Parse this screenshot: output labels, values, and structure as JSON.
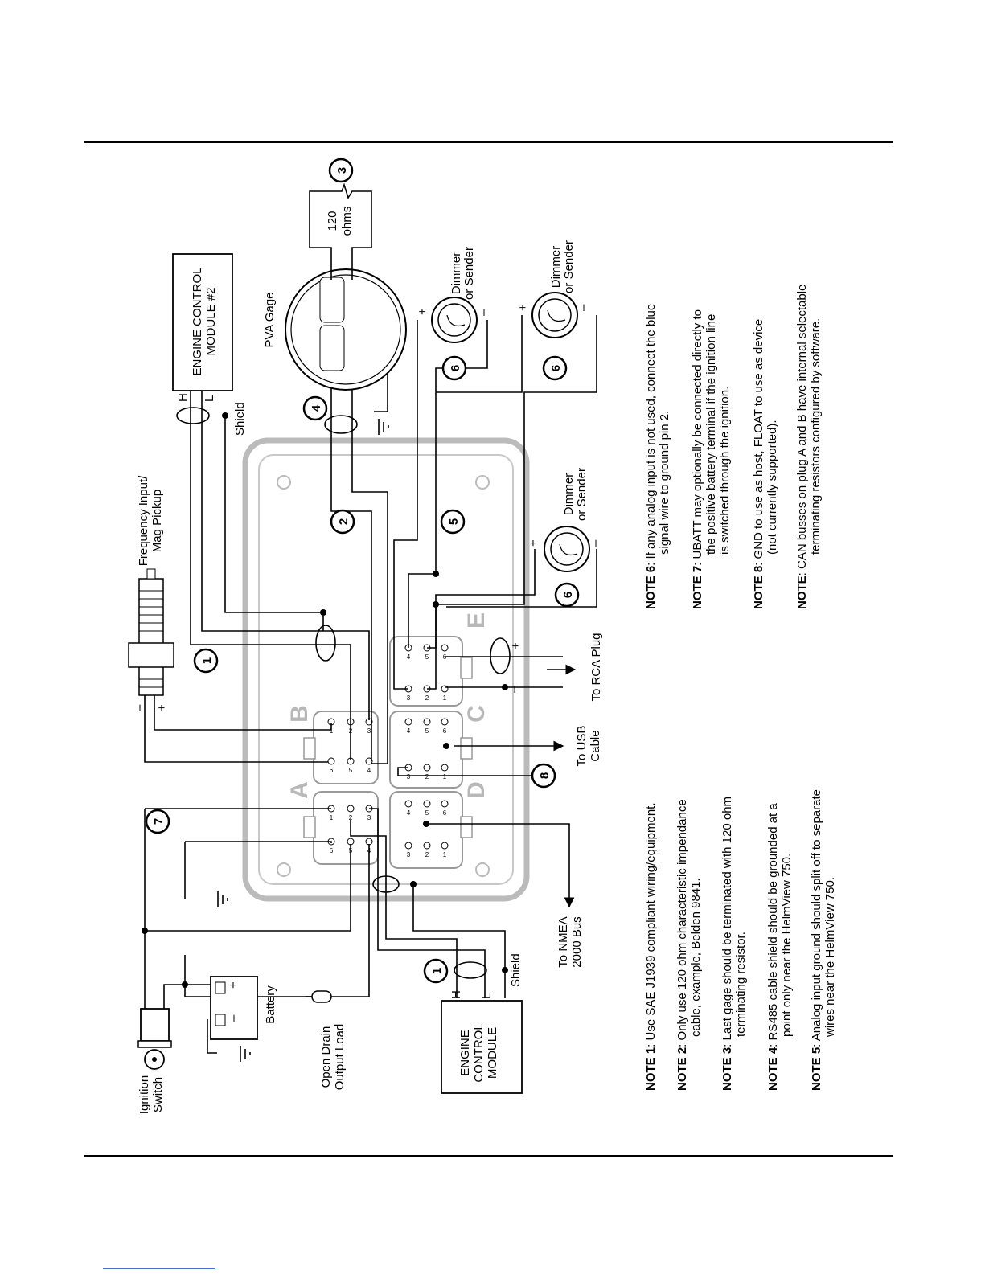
{
  "labels": {
    "ecm2_line1": "ENGINE CONTROL",
    "ecm2_line2": "MODULE #2",
    "ecm1_line1": "ENGINE",
    "ecm1_line2": "CONTROL",
    "ecm1_line3": "MODULE",
    "freq_line1": "Frequency Input/",
    "freq_line2": "Mag Pickup",
    "pva": "PVA Gage",
    "ohms_line1": "120",
    "ohms_line2": "ohms",
    "dimmer_line1": "Dimmer",
    "dimmer_line2": "or Sender",
    "ignition_line1": "Ignition",
    "ignition_line2": "Switch",
    "battery": "Battery",
    "open_drain_line1": "Open Drain",
    "open_drain_line2": "Output Load",
    "nmea_line1": "To NMEA",
    "nmea_line2": "2000 Bus",
    "usb_line1": "To USB",
    "usb_line2": "Cable",
    "rca": "To RCA Plug",
    "shield": "Shield",
    "h": "H",
    "l": "L",
    "plus": "+",
    "minus": "–"
  },
  "plugs": [
    "A",
    "B",
    "C",
    "D",
    "E"
  ],
  "pins": {
    "n1": "1",
    "n2": "2",
    "n3": "3",
    "n4": "4",
    "n5": "5",
    "n6": "6"
  },
  "callouts": [
    "1",
    "2",
    "3",
    "4",
    "5",
    "6",
    "7",
    "8"
  ],
  "notes_left": [
    {
      "label": "NOTE 1",
      "line1": ": Use SAE J1939 compliant wiring/equipment.",
      "line2": ""
    },
    {
      "label": "NOTE 2",
      "line1": ": Only use 120 ohm characteristic impendance",
      "line2": "cable, example, Belden 9841."
    },
    {
      "label": "NOTE 3",
      "line1": ": Last gage should be terminated with 120 ohm",
      "line2": "terminating resistor."
    },
    {
      "label": "NOTE 4",
      "line1": ": RS485 cable shield should be grounded at a",
      "line2": "point only near the HelmView 750."
    },
    {
      "label": "NOTE 5",
      "line1": ": Analog input ground should split off to separate",
      "line2": "wires near the HelmView 750."
    }
  ],
  "notes_right": [
    {
      "label": "NOTE 6",
      "line1": ": If any analog input is not used, connect the blue",
      "line2": "signal wire to ground pin 2.",
      "line3": ""
    },
    {
      "label": "NOTE 7",
      "line1": ": UBATT may optionally be connected directly to",
      "line2": "the positive battery terminal if the ignition line",
      "line3": "is switched through the ignition."
    },
    {
      "label": "NOTE 8",
      "line1": ": GND to use as host, FLOAT to use as device",
      "line2": "(not currently supported).",
      "line3": ""
    },
    {
      "label": "NOTE",
      "line1": ":   CAN busses on plug A and B have internal selectable",
      "line2": "terminating resistors configured by software.",
      "line3": ""
    }
  ]
}
